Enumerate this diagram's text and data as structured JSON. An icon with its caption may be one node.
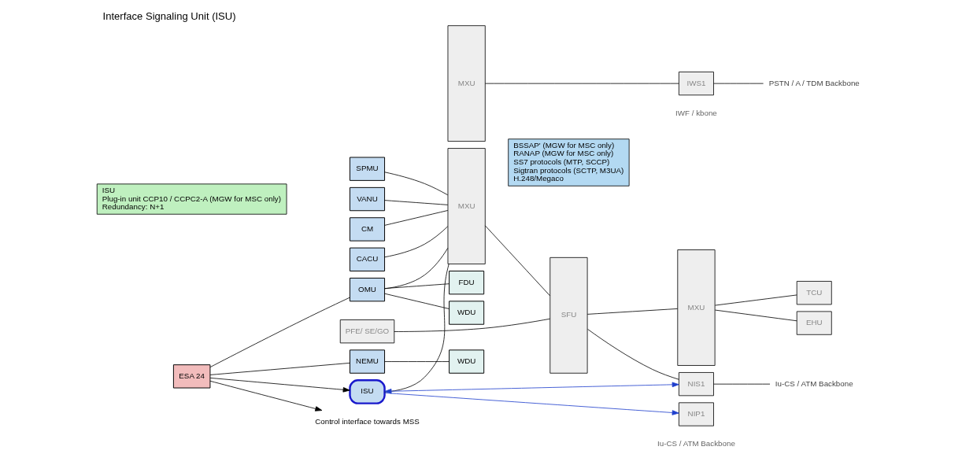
{
  "diagram": {
    "title": "Interface Signaling Unit (ISU)",
    "nodes": [
      {
        "text": [
          "ISU",
          "Plug-in unit CCP10 / CCPC2-A (MGW for MSC only)",
          "Redundancy: N+1"
        ]
      },
      {
        "text": [
          "PFE/ SE/GO"
        ]
      },
      {
        "text": [
          "VANU"
        ]
      },
      {
        "text": [
          "CM"
        ]
      },
      {
        "text": [
          "CACU"
        ]
      },
      {
        "text": [
          "SPMU"
        ]
      },
      {
        "text": [
          "ISU"
        ]
      },
      {
        "text": [
          "OMU"
        ]
      },
      {
        "text": [
          "ESA 24"
        ]
      },
      {
        "text": [
          "NEMU"
        ]
      },
      {
        "text": [
          "WDU"
        ]
      },
      {
        "text": [
          "WDU"
        ]
      },
      {
        "text": [
          "FDU"
        ]
      },
      {
        "text": [
          "MXU"
        ]
      },
      {
        "text": [
          "SFU"
        ]
      },
      {
        "text": [
          "MXU"
        ]
      },
      {
        "text": [
          "MXU"
        ]
      },
      {
        "text": [
          "NIS1"
        ]
      },
      {
        "text": [
          "IWS1"
        ]
      },
      {
        "text": [
          "NIP1"
        ]
      },
      {
        "text": [
          "BSSAP' (MGW for MSC only)",
          "RANAP (MGW for MSC only)",
          "SS7 protocols (MTP, SCCP)",
          "Sigtran protocols (SCTP, M3UA)",
          "H.248/Megaco"
        ]
      },
      {
        "text": [
          "TCU"
        ]
      },
      {
        "text": [
          "EHU"
        ]
      },
      {
        "text": [
          "Control interface towards MSS"
        ]
      },
      {
        "text": [
          "Iu-CS / ATM Backbone"
        ]
      },
      {
        "text": [
          "PSTN / A / TDM Backbone"
        ]
      }
    ],
    "edges": [
      {
        "from": 8,
        "to": 23,
        "arrow": "to"
      },
      {
        "from": 8,
        "to": 6,
        "arrow": "to"
      },
      {
        "from": 8,
        "to": 7,
        "arrow": "none"
      },
      {
        "from": 8,
        "to": 9,
        "arrow": "none"
      },
      {
        "from": 9,
        "to": 10,
        "arrow": "none"
      },
      {
        "from": 7,
        "to": 11,
        "arrow": "none"
      },
      {
        "from": 7,
        "to": 12,
        "arrow": "none"
      },
      {
        "from": 2,
        "to": 13,
        "arrow": "none"
      },
      {
        "from": 3,
        "to": 13,
        "arrow": "none"
      },
      {
        "from": 4,
        "to": 13,
        "arrow": "none"
      },
      {
        "from": 5,
        "to": 13,
        "arrow": "none"
      },
      {
        "from": 6,
        "to": 13,
        "arrow": "none"
      },
      {
        "from": 7,
        "to": 13,
        "arrow": "none"
      },
      {
        "from": 1,
        "to": 14,
        "arrow": "none"
      },
      {
        "from": 13,
        "to": 14,
        "arrow": "none"
      },
      {
        "from": 14,
        "to": 16,
        "arrow": "none"
      },
      {
        "from": 14,
        "to": 17,
        "arrow": "none"
      },
      {
        "from": 15,
        "to": 18,
        "arrow": "none"
      },
      {
        "from": 16,
        "to": 21,
        "arrow": "none"
      },
      {
        "from": 16,
        "to": 22,
        "arrow": "none"
      },
      {
        "from": 17,
        "to": 24,
        "arrow": "none"
      },
      {
        "from": 18,
        "to": 25,
        "arrow": "none"
      },
      {
        "from": 6,
        "to": 17,
        "arrow": "both",
        "color": "#1f3fcc"
      },
      {
        "from": 6,
        "to": 19,
        "arrow": "to",
        "color": "#1f3fcc"
      }
    ],
    "labels": [
      "Iu-CS / ATM Backbone",
      "IWF / kbone"
    ]
  }
}
